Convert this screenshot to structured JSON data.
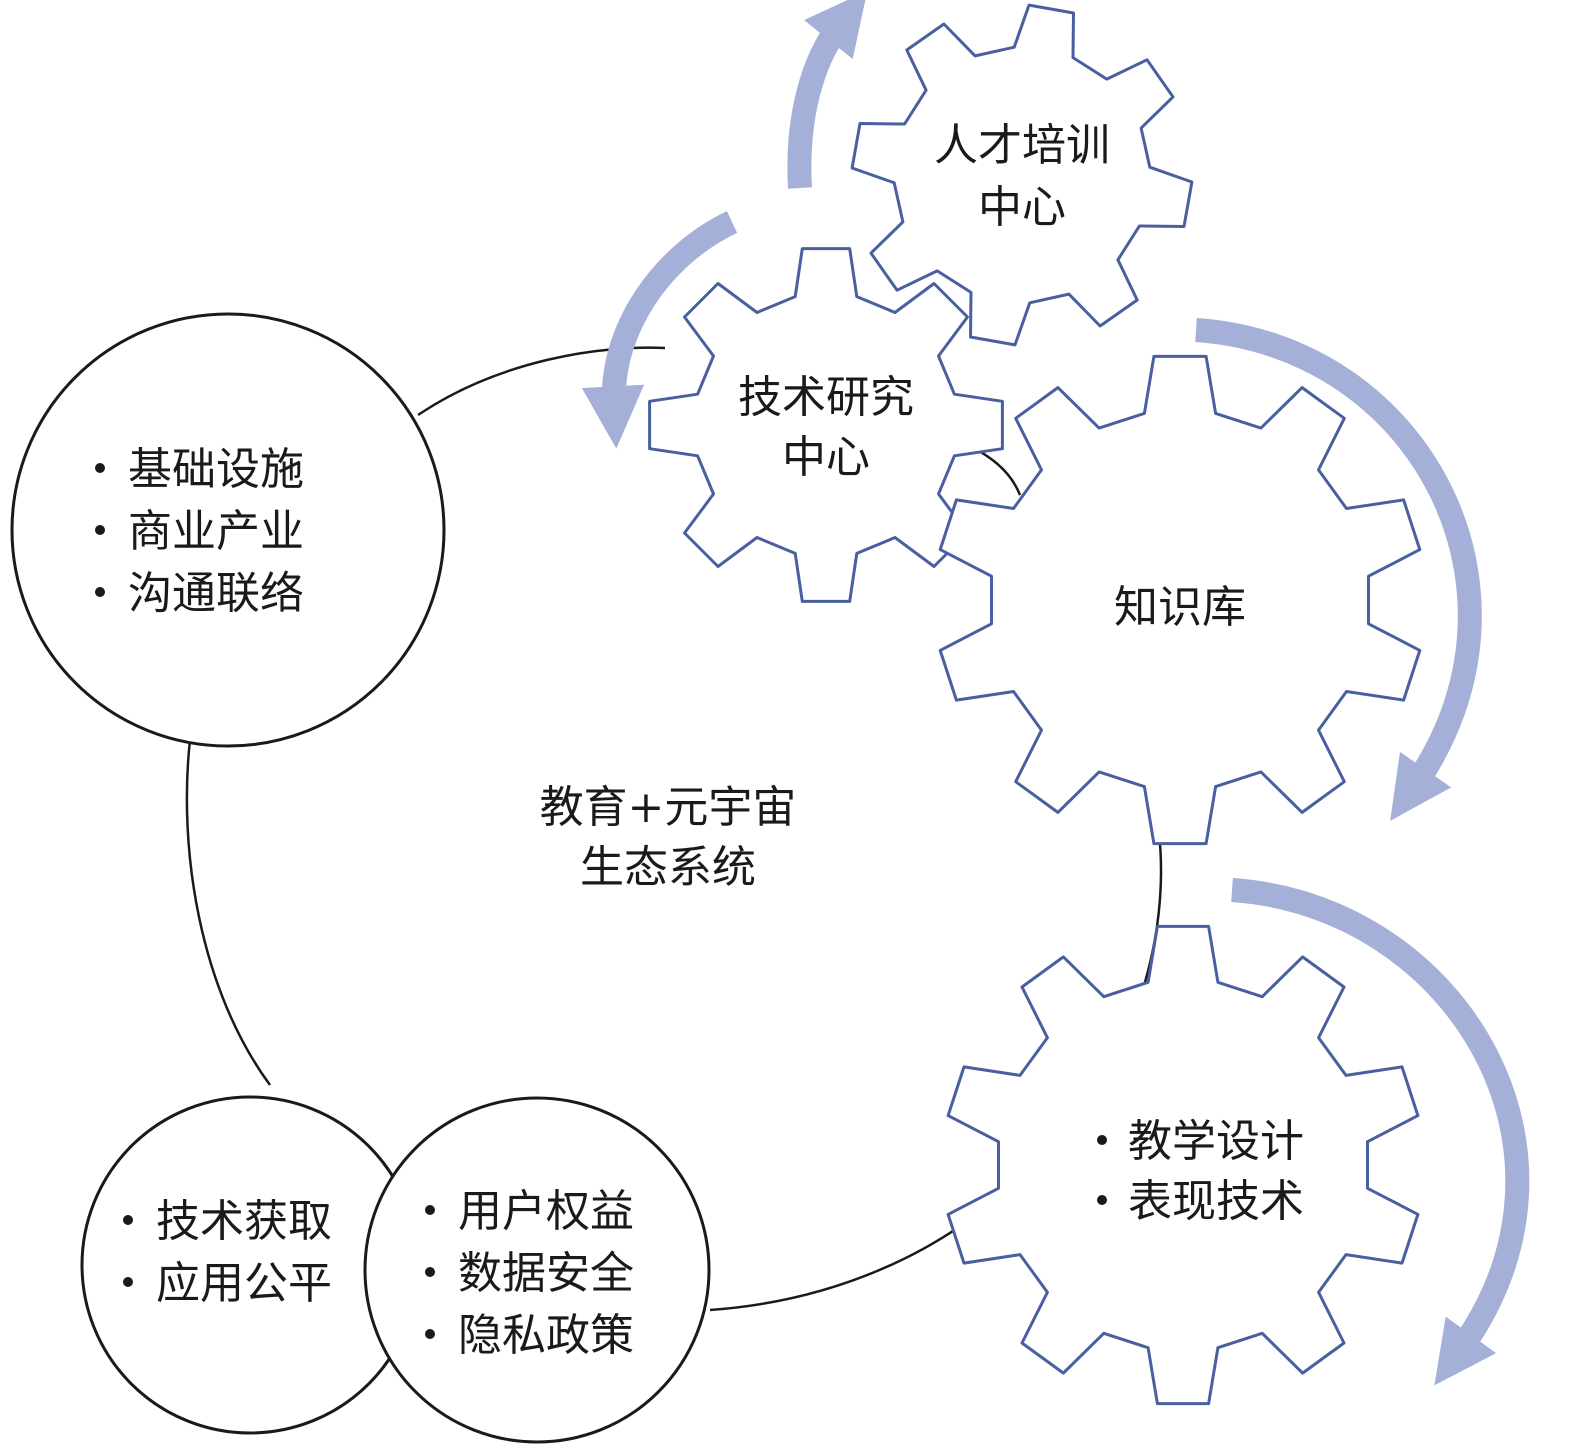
{
  "colors": {
    "gear_outline": "#4a5fa0",
    "arrow": "#a4b0d8",
    "line": "#1a1a1a"
  },
  "center": {
    "line1": "教育+元宇宙",
    "line2": "生态系统"
  },
  "circles": {
    "infrastructure": {
      "items": [
        "基础设施",
        "商业产业",
        "沟通联络"
      ]
    },
    "equity": {
      "items": [
        "技术获取",
        "应用公平"
      ]
    },
    "privacy": {
      "items": [
        "用户权益",
        "数据安全",
        "隐私政策"
      ]
    }
  },
  "gears": {
    "talent": {
      "line1": "人才培训",
      "line2": "中心"
    },
    "research": {
      "line1": "技术研究",
      "line2": "中心"
    },
    "knowledge": {
      "label": "知识库"
    },
    "teaching": {
      "items": [
        "教学设计",
        "表现技术"
      ]
    }
  }
}
